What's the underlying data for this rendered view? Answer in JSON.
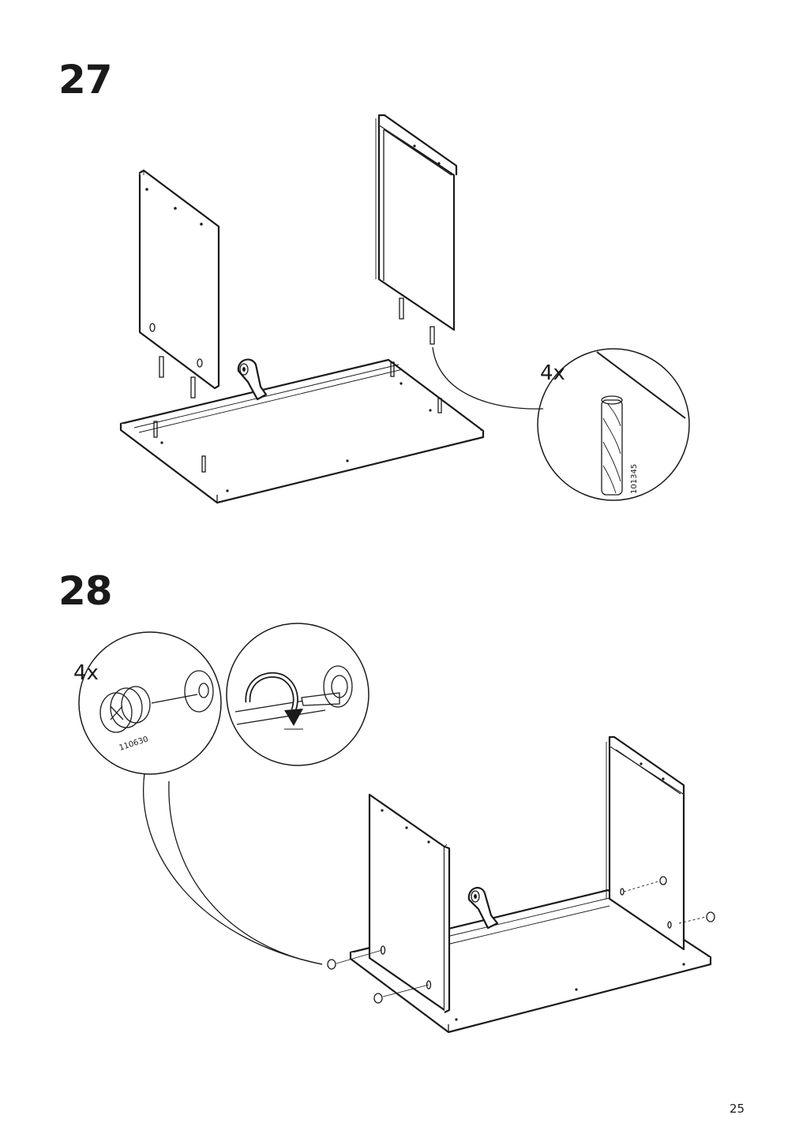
{
  "steps": [
    {
      "number": "27",
      "detail": {
        "quantity": "4x",
        "part_number": "101345",
        "part": "dowel"
      }
    },
    {
      "number": "28",
      "detail": {
        "quantity": "4x",
        "part_number": "110630",
        "part": "cam-lock"
      }
    }
  ],
  "page_number": "25"
}
